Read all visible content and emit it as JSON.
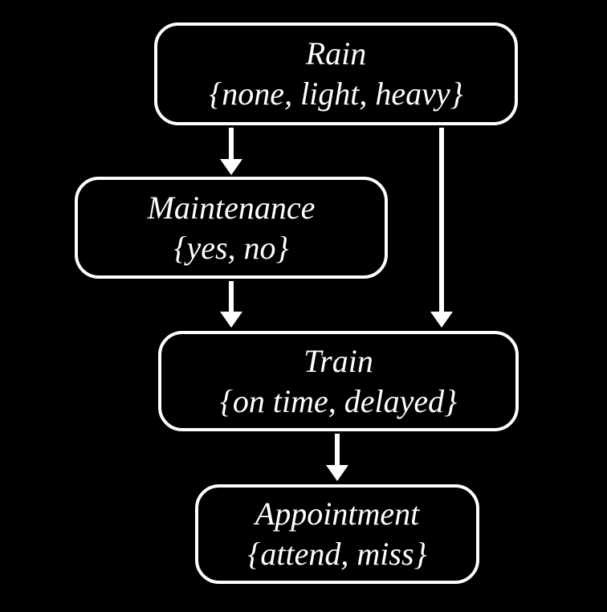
{
  "diagram": {
    "type": "bayesian-network",
    "colors": {
      "background": "#000000",
      "node_border": "#ffffff",
      "text": "#ffffff",
      "arrow": "#ffffff"
    },
    "nodes": [
      {
        "id": "rain",
        "label": "Rain",
        "values": "{none, light, heavy}"
      },
      {
        "id": "maintenance",
        "label": "Maintenance",
        "values": "{yes, no}"
      },
      {
        "id": "train",
        "label": "Train",
        "values": "{on time, delayed}"
      },
      {
        "id": "appointment",
        "label": "Appointment",
        "values": "{attend, miss}"
      }
    ],
    "edges": [
      {
        "from": "rain",
        "to": "maintenance"
      },
      {
        "from": "rain",
        "to": "train"
      },
      {
        "from": "maintenance",
        "to": "train"
      },
      {
        "from": "train",
        "to": "appointment"
      }
    ]
  }
}
